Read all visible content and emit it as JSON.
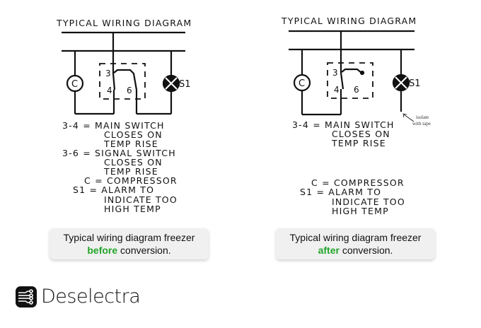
{
  "diagrams": [
    {
      "title": "TYPICAL WIRING DIAGRAM",
      "labels": {
        "c": "C",
        "s1": "S1",
        "t3": "3",
        "t4": "4",
        "t6": "6"
      },
      "legend": [
        "3-4 = MAIN SWITCH",
        "CLOSES ON",
        "TEMP RISE",
        "3-6 = SIGNAL SWITCH",
        "CLOSES ON",
        "TEMP RISE",
        "C = COMPRESSOR",
        "S1 = ALARM TO",
        "INDICATE TOO",
        "HIGH TEMP"
      ]
    },
    {
      "title": "TYPICAL WIRING DIAGRAM",
      "labels": {
        "c": "C",
        "s1": "S1",
        "t3": "3",
        "t4": "4",
        "t6": "6"
      },
      "note": [
        "isolate",
        "with tape"
      ],
      "legend": [
        "3-4 = MAIN SWITCH",
        "CLOSES ON",
        "TEMP RISE",
        "C = COMPRESSOR",
        "S1 = ALARM TO",
        "INDICATE TOO",
        "HIGH TEMP"
      ]
    }
  ],
  "captions": [
    {
      "line1": "Typical wiring diagram freezer",
      "highlight": "before",
      "rest": " conversion."
    },
    {
      "line1": "Typical wiring diagram freezer",
      "highlight": "after",
      "rest": " conversion."
    }
  ],
  "brand": {
    "name": "Deselectra",
    "accent": "#22a52a"
  }
}
